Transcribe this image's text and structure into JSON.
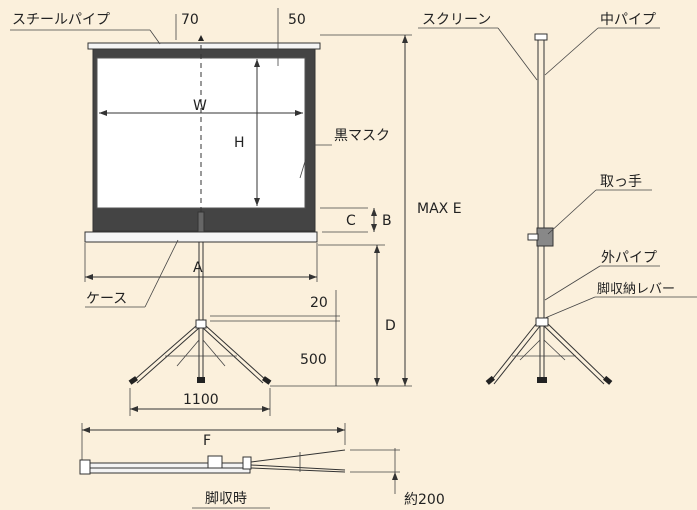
{
  "labels": {
    "steel_pipe": "スチールパイプ",
    "dim_70": "70",
    "dim_50": "50",
    "dim_W": "W",
    "dim_H": "H",
    "black_mask": "黒マスク",
    "dim_C": "C",
    "dim_B": "B",
    "max_e": "MAX E",
    "dim_A": "A",
    "case": "ケース",
    "dim_20": "20",
    "dim_D": "D",
    "dim_500": "500",
    "dim_1100": "1100",
    "dim_F": "F",
    "legs_folded": "脚収時",
    "approx_200": "約200",
    "screen": "スクリーン",
    "middle_pipe": "中パイプ",
    "handle": "取っ手",
    "outer_pipe": "外パイプ",
    "leg_lever": "脚収納レバー"
  },
  "colors": {
    "background": "#fbf0dc",
    "screen_frame": "#444444",
    "screen_surface": "#ffffff",
    "ink": "#333333"
  }
}
